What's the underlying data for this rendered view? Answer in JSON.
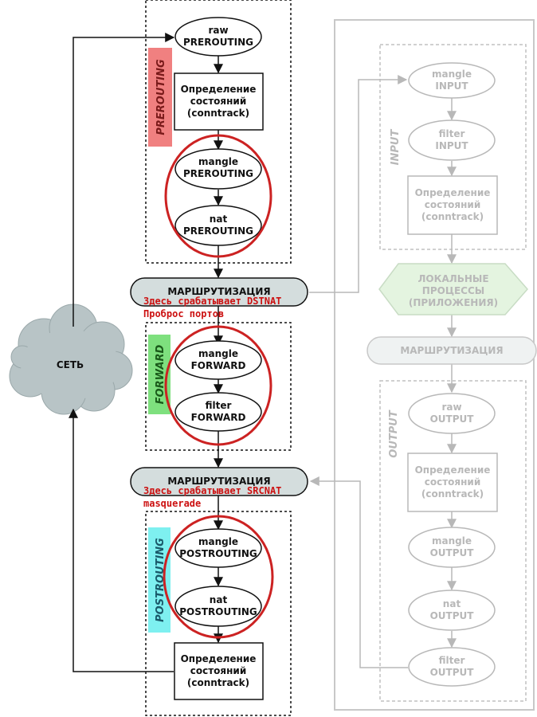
{
  "network": {
    "label": "СЕТЬ"
  },
  "chains": {
    "prerouting": "PREROUTING",
    "forward": "FORWARD",
    "postrouting": "POSTROUTING",
    "input": "INPUT",
    "output": "OUTPUT"
  },
  "nodes": {
    "raw_prerouting": [
      "raw",
      "PREROUTING"
    ],
    "conntrack_1": [
      "Определение",
      "состояний",
      "(conntrack)"
    ],
    "mangle_prerouting": [
      "mangle",
      "PREROUTING"
    ],
    "nat_prerouting": [
      "nat",
      "PREROUTING"
    ],
    "routing_1": "МАРШРУТИЗАЦИЯ",
    "mangle_forward": [
      "mangle",
      "FORWARD"
    ],
    "filter_forward": [
      "filter",
      "FORWARD"
    ],
    "routing_2": "МАРШРУТИЗАЦИЯ",
    "mangle_postrouting": [
      "mangle",
      "POSTROUTING"
    ],
    "nat_postrouting": [
      "nat",
      "POSTROUTING"
    ],
    "conntrack_2": [
      "Определение",
      "состояний",
      "(conntrack)"
    ],
    "mangle_input": [
      "mangle",
      "INPUT"
    ],
    "filter_input": [
      "filter",
      "INPUT"
    ],
    "conntrack_input": [
      "Определение",
      "состояний",
      "(conntrack)"
    ],
    "local_processes": [
      "ЛОКАЛЬНЫЕ",
      "ПРОЦЕССЫ",
      "(ПРИЛОЖЕНИЯ)"
    ],
    "routing_local": "МАРШРУТИЗАЦИЯ",
    "raw_output": [
      "raw",
      "OUTPUT"
    ],
    "conntrack_output": [
      "Определение",
      "состояний",
      "(conntrack)"
    ],
    "mangle_output": [
      "mangle",
      "OUTPUT"
    ],
    "nat_output": [
      "nat",
      "OUTPUT"
    ],
    "filter_output": [
      "filter",
      "OUTPUT"
    ]
  },
  "annotations": {
    "dstnat": [
      "Здесь срабатывает DSTNAT",
      "Проброс портов"
    ],
    "srcnat": [
      "Здесь срабатывает SRCNAT",
      "masquerade"
    ]
  },
  "colors": {
    "prerouting_tag": "#f08080",
    "forward_tag": "#7ee07e",
    "postrouting_tag": "#7ef0f0",
    "highlight_ring": "#cc2222",
    "routing_fill": "#d4dddd",
    "cloud_fill": "#b8c4c6",
    "local_fill": "#e4f4e0",
    "gray": "#b8b8b8"
  }
}
